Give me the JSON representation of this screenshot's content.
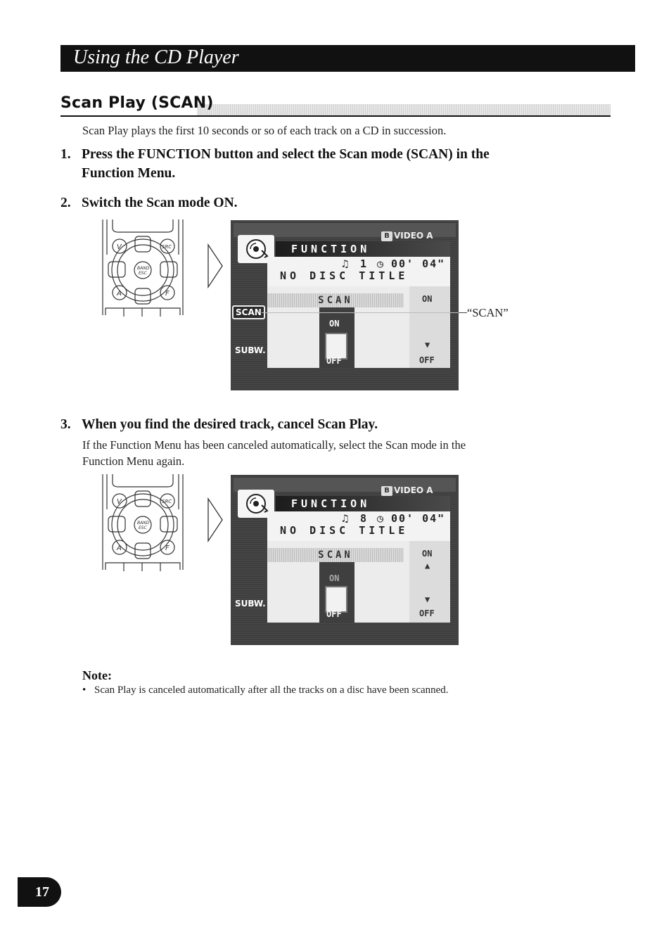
{
  "header": {
    "title": "Using the CD Player"
  },
  "section": {
    "title": "Scan Play (SCAN)"
  },
  "intro": "Scan Play plays the first 10 seconds or so of each track on a CD in succession.",
  "steps": [
    {
      "num": "1.",
      "line1": "Press the FUNCTION button and select the Scan mode (SCAN) in the",
      "line2": "Function Menu."
    },
    {
      "num": "2.",
      "line1": "Switch the Scan mode ON."
    },
    {
      "num": "3.",
      "line1": "When you find the desired track, cancel Scan Play.",
      "body_line1": "If the Function Menu has been canceled automatically, select the Scan mode in the",
      "body_line2": "Function Menu again."
    }
  ],
  "remote": {
    "labels": {
      "v": "V",
      "src": "SRC",
      "band": "BAND",
      "esc": "ESC",
      "a": "A",
      "f": "F"
    }
  },
  "screens": [
    {
      "video": "VIDEO A",
      "video_badge": "B",
      "function": "FUNCTION",
      "track": "1",
      "time": "00' 04\"",
      "disc_title": "NO DISC TITLE",
      "scan": "SCAN",
      "on": "ON",
      "off": "OFF",
      "slot_on": "ON",
      "slot_off": "OFF",
      "side_scan": "SCAN",
      "side_subw": "SUBW.",
      "callout": "“SCAN”"
    },
    {
      "video": "VIDEO A",
      "video_badge": "B",
      "function": "FUNCTION",
      "track": "8",
      "time": "00' 04\"",
      "disc_title": "NO DISC TITLE",
      "scan": "SCAN",
      "on": "ON",
      "off": "OFF",
      "slot_on": "ON",
      "slot_off": "OFF",
      "side_subw": "SUBW."
    }
  ],
  "note": {
    "title": "Note:",
    "bullet": "•",
    "text": "Scan Play is canceled automatically after all the tracks on a disc have been scanned."
  },
  "page": {
    "number": "17"
  }
}
